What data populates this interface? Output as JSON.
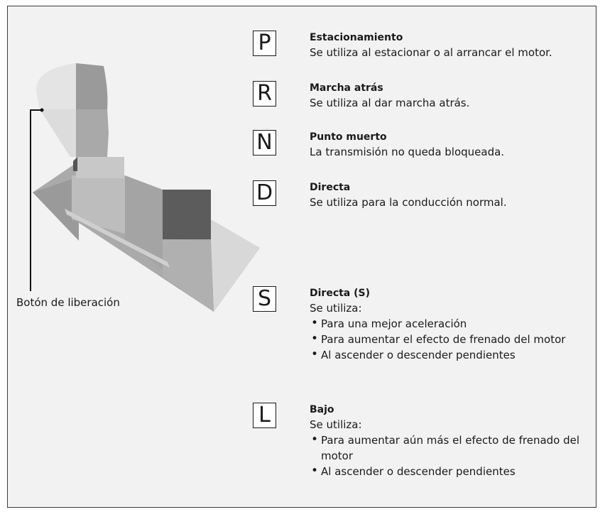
{
  "illustration": {
    "label": "Botón de liberación"
  },
  "gears": [
    {
      "letter": "P",
      "title": "Estacionamiento",
      "desc": "Se utiliza al estacionar o al arrancar el motor."
    },
    {
      "letter": "R",
      "title": "Marcha atrás",
      "desc": "Se utiliza al dar marcha atrás."
    },
    {
      "letter": "N",
      "title": "Punto muerto",
      "desc": "La transmisión no queda bloqueada."
    },
    {
      "letter": "D",
      "title": "Directa",
      "desc": "Se utiliza para la conducción normal."
    },
    {
      "letter": "S",
      "title": "Directa (S)",
      "desc": "Se utiliza:",
      "bullets": [
        "Para una mejor aceleración",
        "Para aumentar el efecto de frenado del motor",
        "Al ascender o descender pendientes"
      ]
    },
    {
      "letter": "L",
      "title": "Bajo",
      "desc": "Se utiliza:",
      "bullets": [
        "Para aumentar aún más el efecto de frenado del motor",
        "Al ascender o descender pendientes"
      ]
    }
  ]
}
